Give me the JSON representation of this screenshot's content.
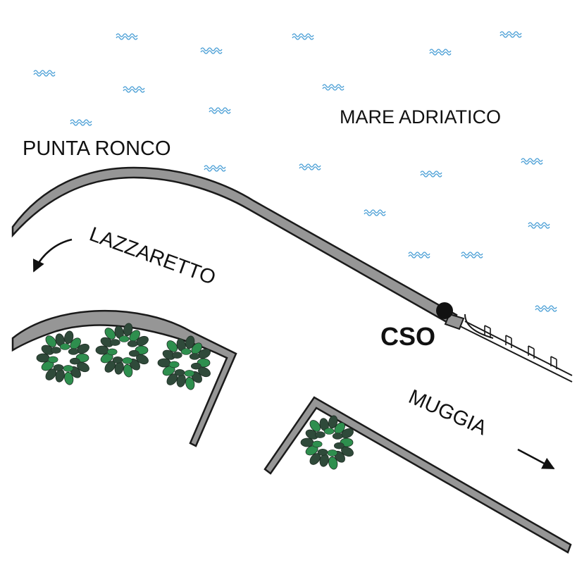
{
  "labels": {
    "sea": "MARE ADRIATICO",
    "point": "PUNTA RONCO",
    "lazzaretto": "LAZZARETTO",
    "muggia": "MUGGIA",
    "cso": "CSO"
  },
  "colors": {
    "road_fill": "#969696",
    "road_stroke": "#1a1a1a",
    "wave": "#4a9fd6",
    "tree_dark": "#2f4a3a",
    "tree_light": "#2e8f4e",
    "cso_marker": "#111111"
  },
  "icons": {
    "wave": "wave-icon",
    "tree": "tree-icon",
    "arrow": "arrow-icon",
    "cso": "cso-marker-icon"
  }
}
